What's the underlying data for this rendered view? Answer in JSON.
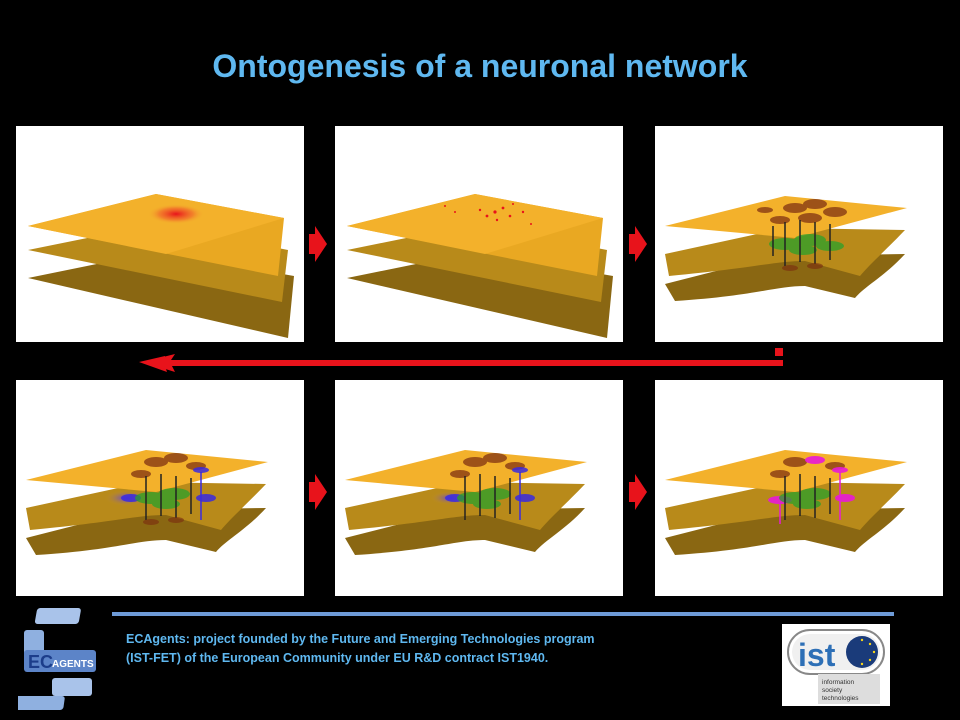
{
  "title": "Ontogenesis of a neuronal network",
  "footer": {
    "line1": "ECAgents: project founded by the Future and Emerging Technologies program",
    "line2": "(IST-FET) of the European Community under EU R&D contract IST1940."
  },
  "logos": {
    "ec_left": "EC",
    "ec_right": "AGENTS",
    "ist_text": "ist",
    "ist_caption_1": "information",
    "ist_caption_2": "society",
    "ist_caption_3": "technologies"
  },
  "colors": {
    "title": "#5fb8f0",
    "arrow": "#e8131b",
    "layer_top": "#f3b12b",
    "layer_mid": "#c9951d",
    "layer_bottom": "#9c7414"
  }
}
